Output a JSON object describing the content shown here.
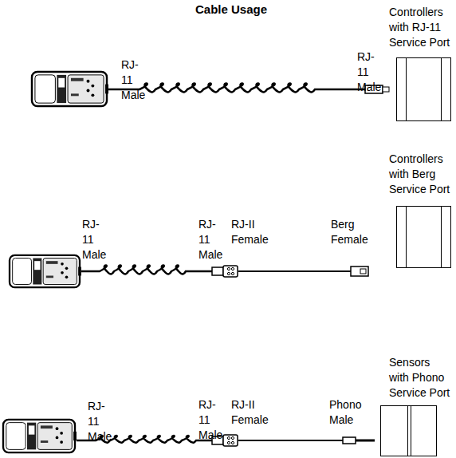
{
  "diagram": {
    "title": "Cable Usage",
    "nodes": [
      {
        "text": [
          "Controllers with RJ-11 Service Port"
        ]
      },
      {
        "text": [
          "Controllers with Berg Service Port"
        ]
      },
      {
        "text": [
          "Sensors with Phono Service Port"
        ]
      }
    ],
    "labels": [
      "RJ-11 Male",
      "RJ-11 Male",
      "RJ-11 Male",
      "RJ-11 Male",
      "RJ-II Female",
      "Berg Female",
      "RJ-11 Male",
      "RJ-11 Male",
      "RJ-II Female",
      "Phono Male"
    ]
  }
}
